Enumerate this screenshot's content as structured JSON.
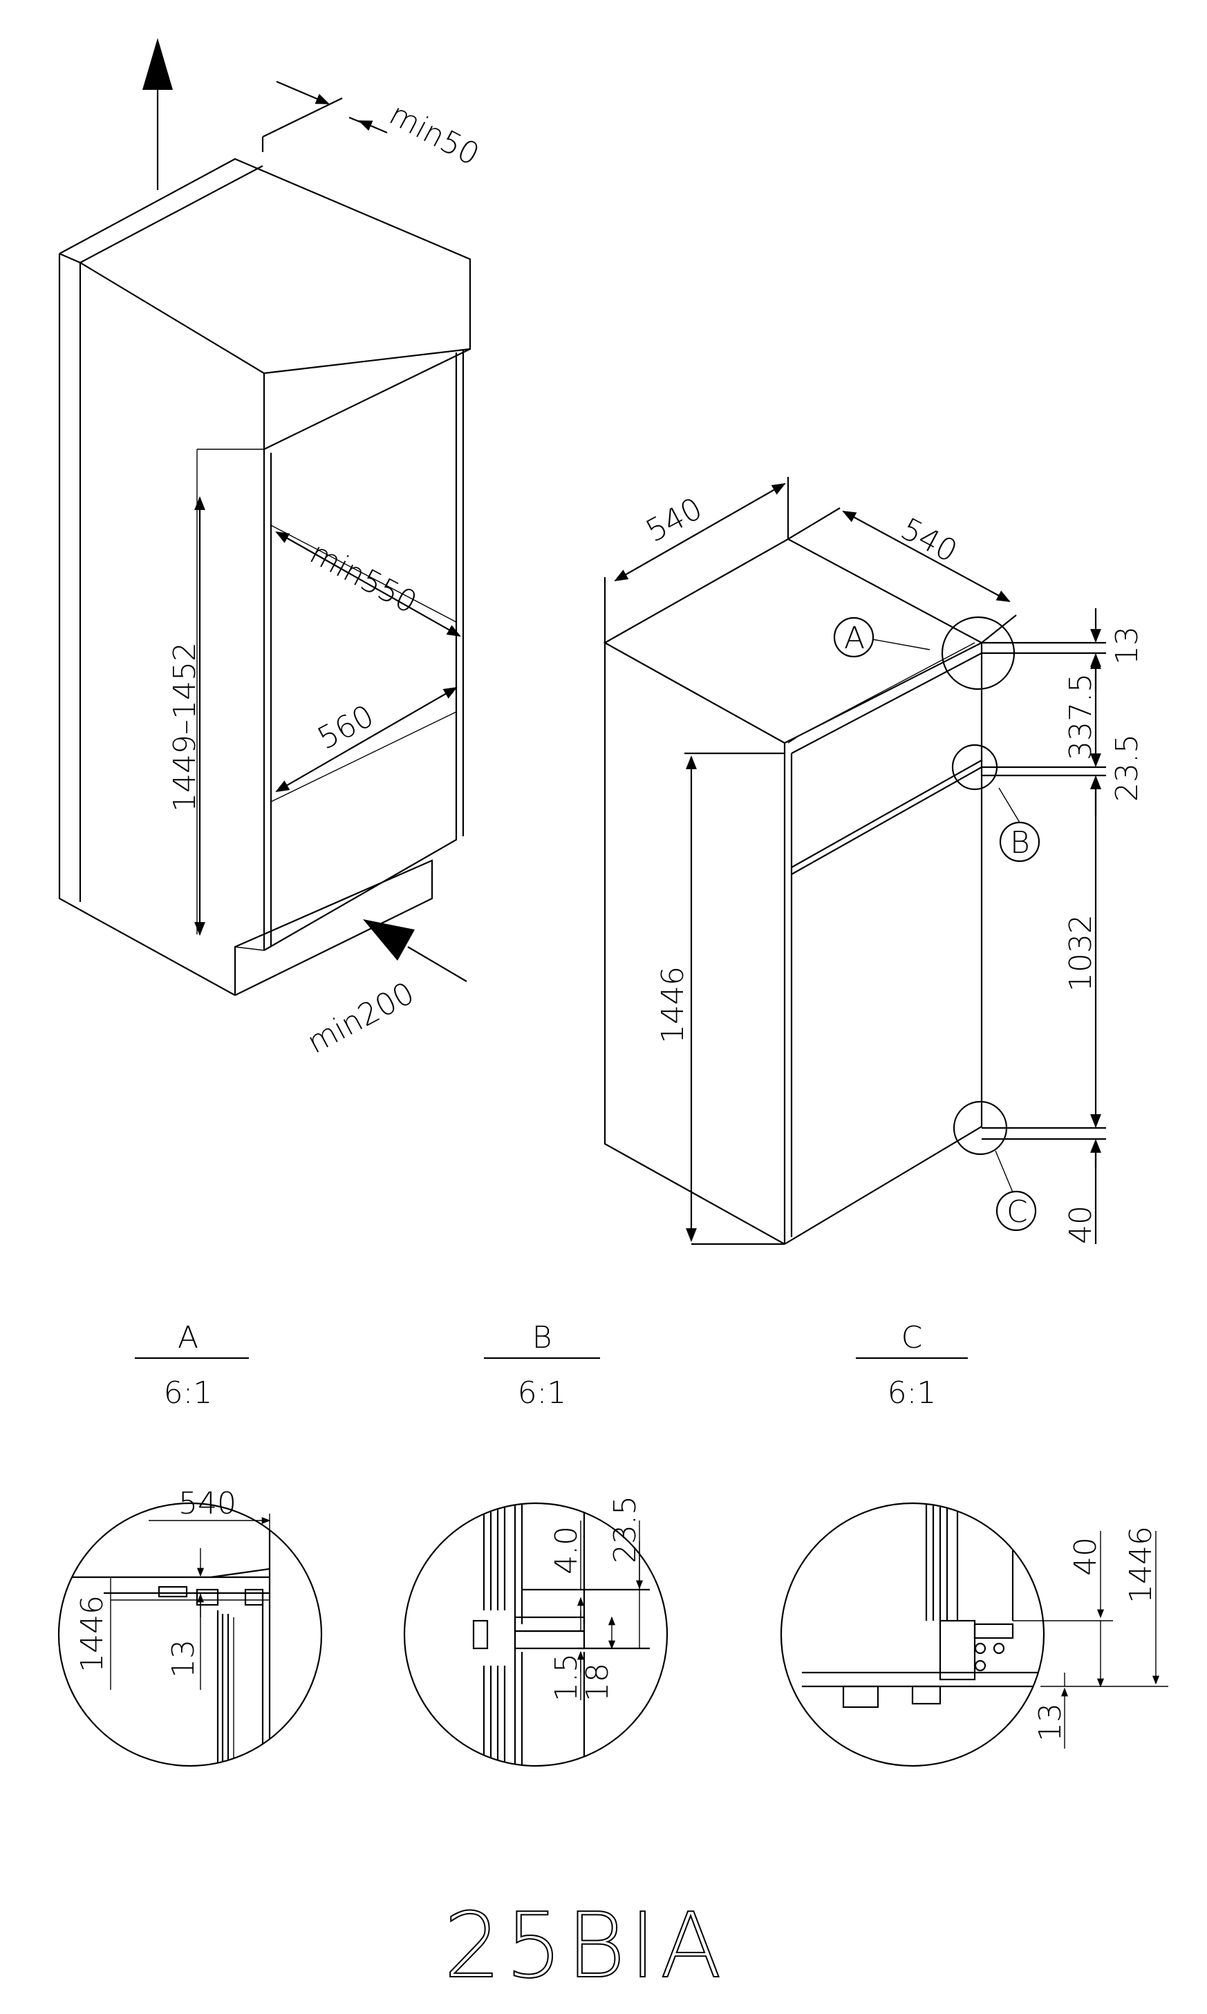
{
  "model": "25BIA",
  "niche": {
    "top_clearance": "min50",
    "height": "1449–1452",
    "depth": "min550",
    "width": "560",
    "vent_opening": "min200"
  },
  "appliance": {
    "width": "540",
    "depth": "540",
    "height": "1446",
    "right_dims": [
      "13",
      "337.5",
      "23.5",
      "1032",
      "40"
    ],
    "callouts": [
      "A",
      "B",
      "C"
    ]
  },
  "details": [
    {
      "letter": "A",
      "scale": "6:1",
      "dims": [
        "540",
        "1446",
        "13"
      ]
    },
    {
      "letter": "B",
      "scale": "6:1",
      "dims": [
        "4.0",
        "23.5",
        "1.5",
        "18"
      ]
    },
    {
      "letter": "C",
      "scale": "6:1",
      "dims": [
        "40",
        "1446",
        "13"
      ]
    }
  ]
}
